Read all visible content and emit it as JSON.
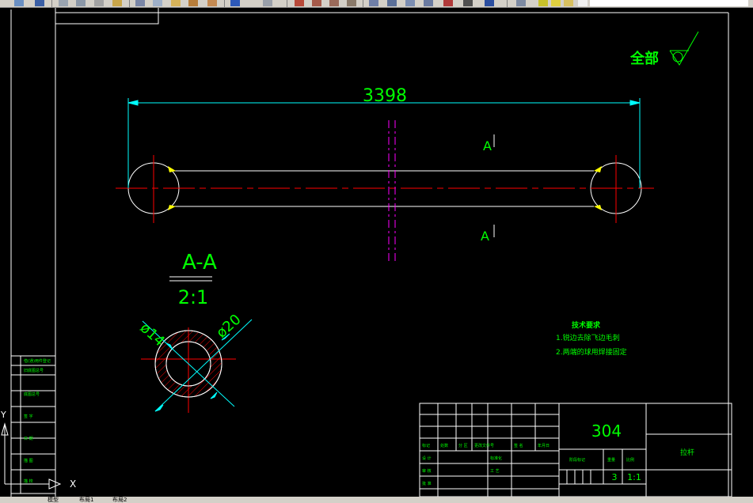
{
  "drawing": {
    "overall_length_dim": "3398",
    "section_marker": "A",
    "section_title": "A-A",
    "section_scale": "2:1",
    "inner_dia_dim": "ø14",
    "outer_dia_dim": "ø20",
    "surface_finish_note": "全部"
  },
  "tech_requirements": {
    "title": "技术要求",
    "items": [
      "1.锐边去除飞边毛刺",
      "2.两端的球用焊接固定"
    ]
  },
  "title_block": {
    "part_number": "304",
    "part_name": "拉杆",
    "scale": "1:1",
    "quantity": "3",
    "labels": {
      "mark": "标记",
      "count": "处数",
      "zone": "分 区",
      "doc_no": "更改文件号",
      "sign": "签 名",
      "date": "年月日",
      "design": "设 计",
      "standardize": "标准化",
      "check": "审 核",
      "process": "工 艺",
      "approve": "批 准",
      "stage_mark": "阶段标记",
      "weight": "重量",
      "ratio": "比例"
    }
  },
  "left_strip_labels": [
    "借(通)用件登记",
    "旧底图总号",
    "底图总号",
    "签 字",
    "日 期",
    "描 图",
    "描 校"
  ],
  "ucs": {
    "x": "X",
    "y": "Y"
  },
  "layout_tabs": [
    "模型",
    "布局1",
    "布局2"
  ],
  "colors": {
    "background": "#000000",
    "green": "#00ff00",
    "white": "#ffffff",
    "cyan": "#00ffff",
    "red": "#ff0000",
    "magenta": "#ff00ff",
    "yellow": "#ffff00"
  }
}
